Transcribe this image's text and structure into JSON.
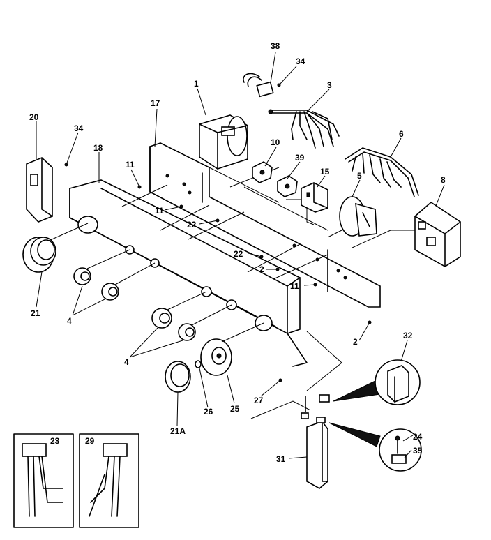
{
  "callouts": {
    "c1": "1",
    "c2a": "2",
    "c2b": "2",
    "c3": "3",
    "c4a": "4",
    "c4b": "4",
    "c5": "5",
    "c6": "6",
    "c8": "8",
    "c10": "10",
    "c11a": "11",
    "c11b": "11",
    "c11c": "11",
    "c15": "15",
    "c17": "17",
    "c18": "18",
    "c20": "20",
    "c21": "21",
    "c21a": "21A",
    "c22a": "22",
    "c22b": "22",
    "c23": "23",
    "c24": "24",
    "c25": "25",
    "c26": "26",
    "c27": "27",
    "c29": "29",
    "c31": "31",
    "c32": "32",
    "c34a": "34",
    "c34b": "34",
    "c35": "35",
    "c38": "38",
    "c39": "39"
  }
}
